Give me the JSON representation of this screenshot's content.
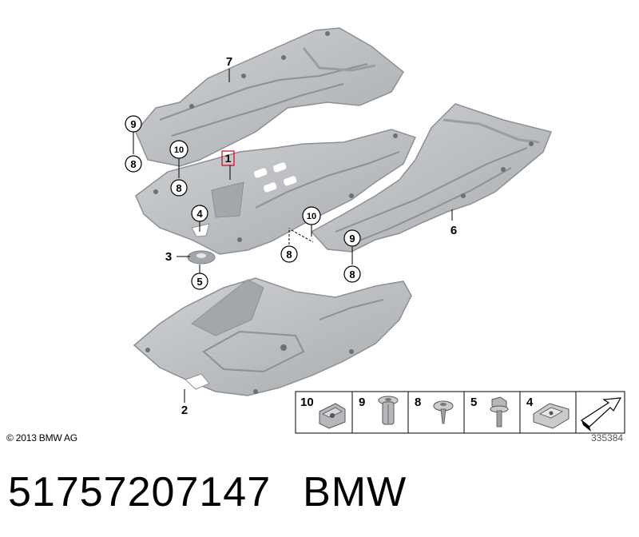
{
  "callouts": {
    "c1": "1",
    "c2": "2",
    "c3": "3",
    "c4": "4",
    "c5": "5",
    "c6": "6",
    "c7": "7",
    "c9a": "9",
    "c8a": "8",
    "c10a": "10",
    "c8b": "8",
    "c10b": "10",
    "c8c": "8",
    "c9b": "9",
    "c8d": "8"
  },
  "legend": {
    "items": [
      "10",
      "9",
      "8",
      "5",
      "4"
    ]
  },
  "copyright": "© 2013 BMW AG",
  "diagram_id": "335384",
  "footer": {
    "part_number": "51757207147",
    "brand": "BMW"
  },
  "colors": {
    "panel_fill": "#b9bcbf",
    "panel_edge": "#8d9094",
    "highlight_box": "#d0021b"
  }
}
